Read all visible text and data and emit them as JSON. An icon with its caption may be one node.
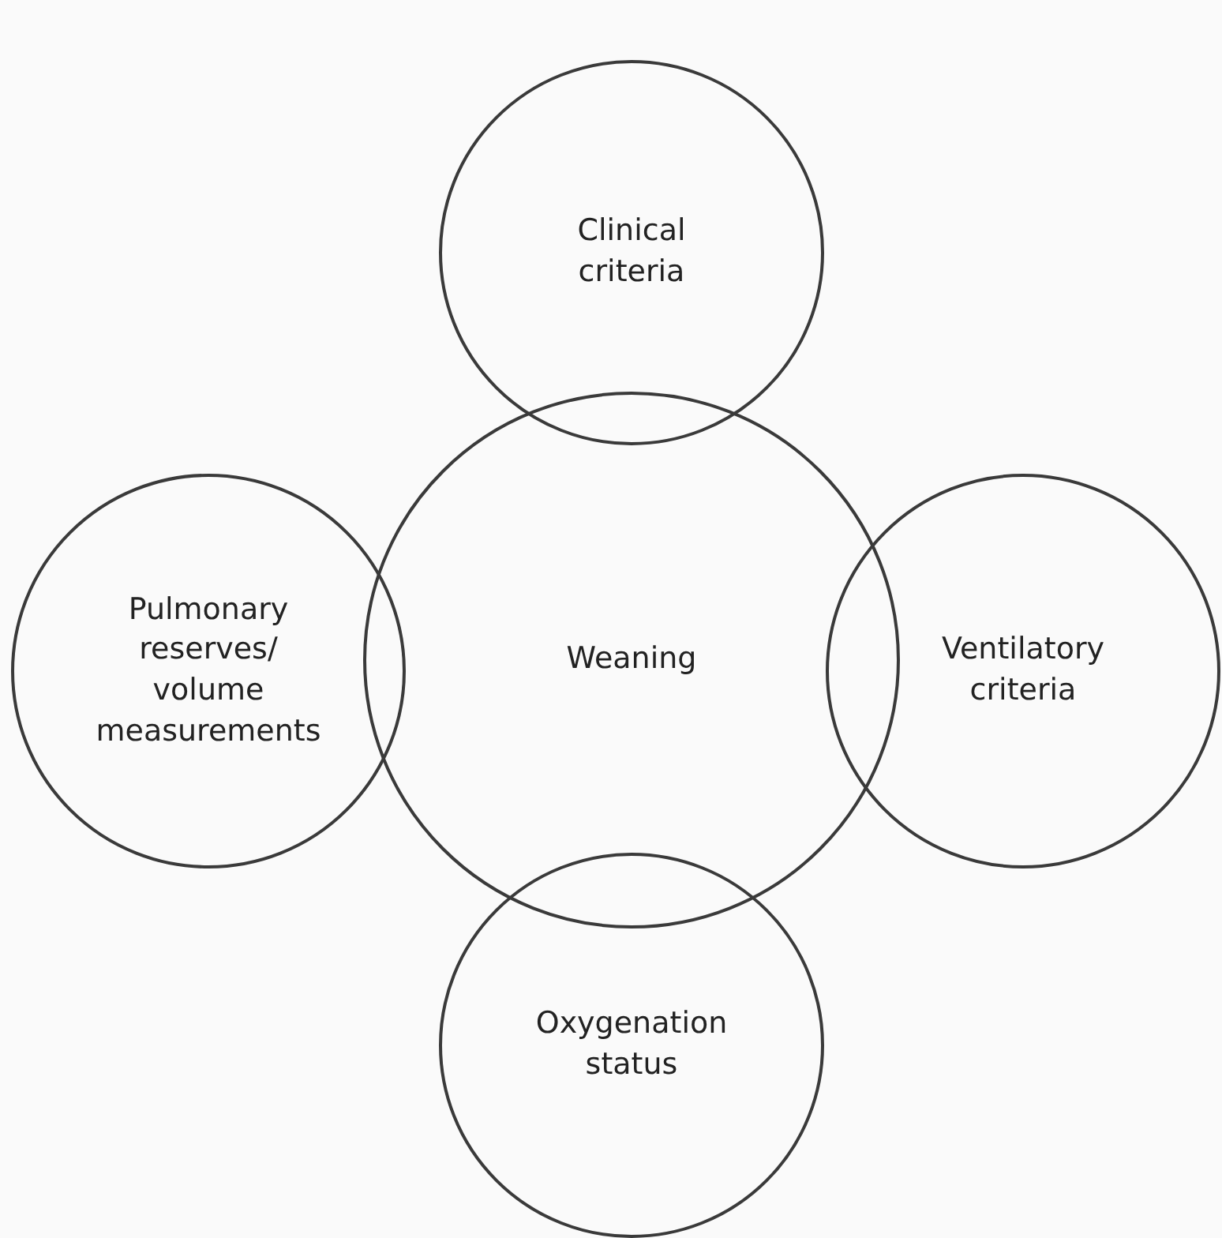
{
  "diagram": {
    "nodes": [
      {
        "text": [
          "Clinical criteria"
        ]
      },
      {
        "text": [
          "Pulmonary reserves/ volume measurements"
        ]
      },
      {
        "text": [
          "Weaning"
        ]
      },
      {
        "text": [
          "Ventilatory criteria"
        ]
      },
      {
        "text": [
          "Oxygenation status"
        ]
      }
    ]
  }
}
